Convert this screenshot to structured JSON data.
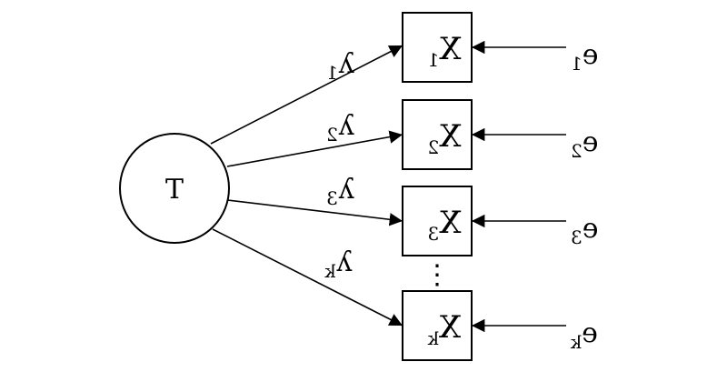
{
  "diagram": {
    "latent": {
      "label": "T"
    },
    "indicators": [
      {
        "letter": "X",
        "sub": "1",
        "loading_letter": "λ",
        "loading_sub": "1",
        "error_letter": "e",
        "error_sub": "1"
      },
      {
        "letter": "X",
        "sub": "2",
        "loading_letter": "λ",
        "loading_sub": "2",
        "error_letter": "e",
        "error_sub": "2"
      },
      {
        "letter": "X",
        "sub": "3",
        "loading_letter": "λ",
        "loading_sub": "3",
        "error_letter": "e",
        "error_sub": "3"
      },
      {
        "letter": "X",
        "sub": "k",
        "loading_letter": "λ",
        "loading_sub": "k",
        "error_letter": "e",
        "error_sub": "k"
      }
    ],
    "ellipsis": "⋮",
    "mirrored": true
  }
}
